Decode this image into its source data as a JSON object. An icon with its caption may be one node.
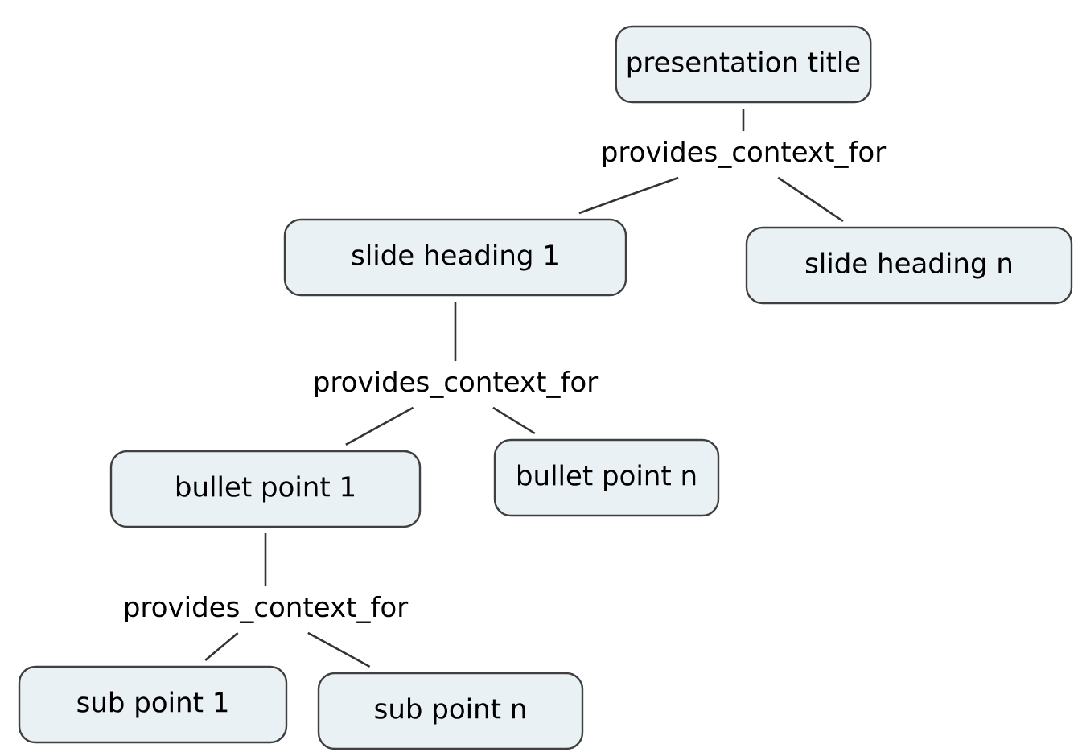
{
  "diagram": {
    "nodes": [
      {
        "text": [
          "presentation title"
        ]
      },
      {
        "text": [
          "provides_context_for"
        ]
      },
      {
        "text": [
          "slide heading 1"
        ]
      },
      {
        "text": [
          "slide heading n"
        ]
      },
      {
        "text": [
          "provides_context_for"
        ]
      },
      {
        "text": [
          "bullet point 1"
        ]
      },
      {
        "text": [
          "bullet point n"
        ]
      },
      {
        "text": [
          "provides_context_for"
        ]
      },
      {
        "text": [
          "sub point 1"
        ]
      },
      {
        "text": [
          "sub point n"
        ]
      }
    ],
    "edges": [
      {
        "from": 0,
        "to": 1,
        "arrow": "none"
      },
      {
        "from": 1,
        "to": 2,
        "arrow": "none"
      },
      {
        "from": 1,
        "to": 3,
        "arrow": "none"
      },
      {
        "from": 2,
        "to": 4,
        "arrow": "none"
      },
      {
        "from": 4,
        "to": 5,
        "arrow": "none"
      },
      {
        "from": 4,
        "to": 6,
        "arrow": "none"
      },
      {
        "from": 5,
        "to": 7,
        "arrow": "none"
      },
      {
        "from": 7,
        "to": 8,
        "arrow": "none"
      },
      {
        "from": 7,
        "to": 9,
        "arrow": "none"
      }
    ]
  }
}
